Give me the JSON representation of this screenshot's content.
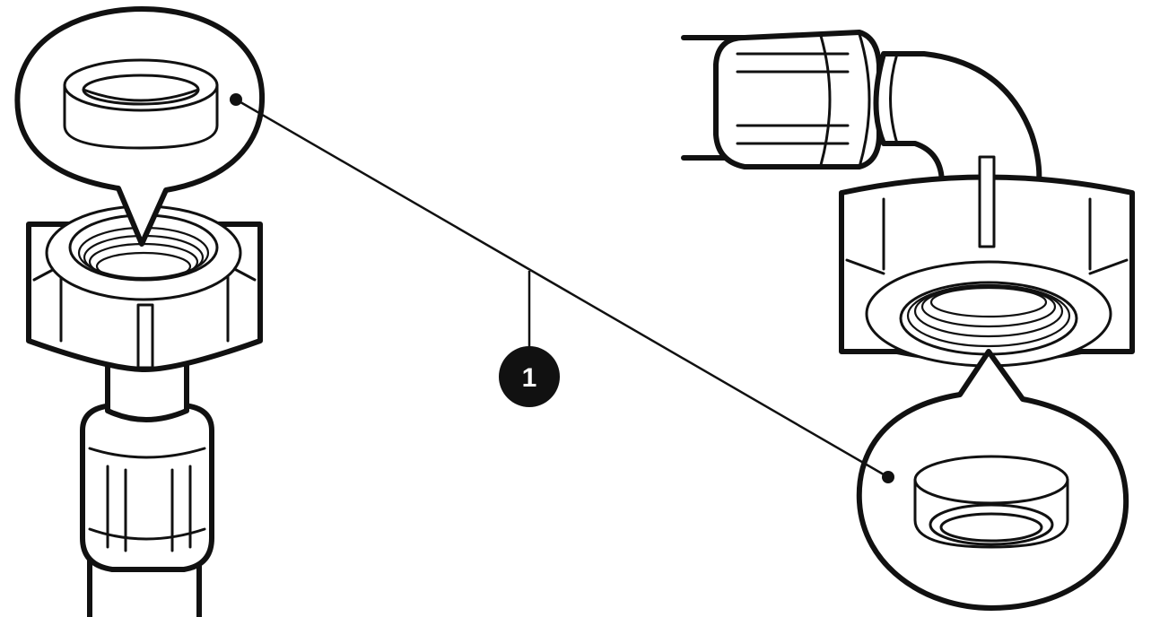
{
  "diagram": {
    "callout_number": "1",
    "colors": {
      "line": "#111111",
      "background": "#ffffff",
      "badge_fill": "#111111",
      "badge_text": "#ffffff"
    },
    "parts": [
      "inlet-hose-coupling",
      "sealing-washer",
      "elbow-hose-fitting",
      "sealing-washer"
    ]
  }
}
